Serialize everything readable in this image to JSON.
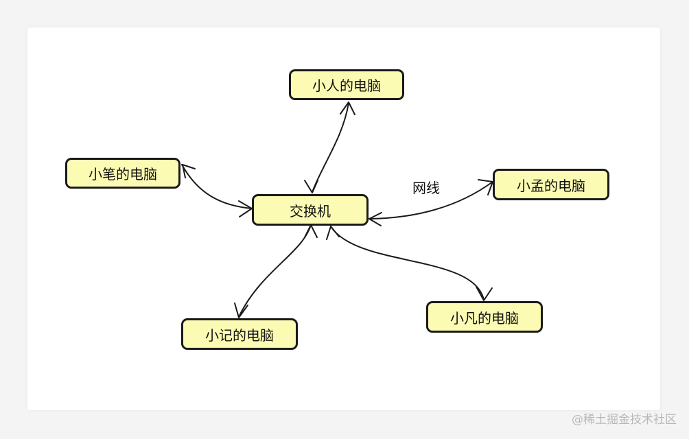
{
  "nodes": {
    "switch": "交换机",
    "ren": "小人的电脑",
    "bi": "小笔的电脑",
    "meng": "小孟的电脑",
    "ji": "小记的电脑",
    "fan": "小凡的电脑"
  },
  "edge_label": "网线",
  "watermark": "@稀土掘金技术社区",
  "colors": {
    "node_fill": "#fcfbb3",
    "node_border": "#1a1a1a",
    "edge": "#1a1a1a",
    "watermark": "#b8b8b8"
  }
}
